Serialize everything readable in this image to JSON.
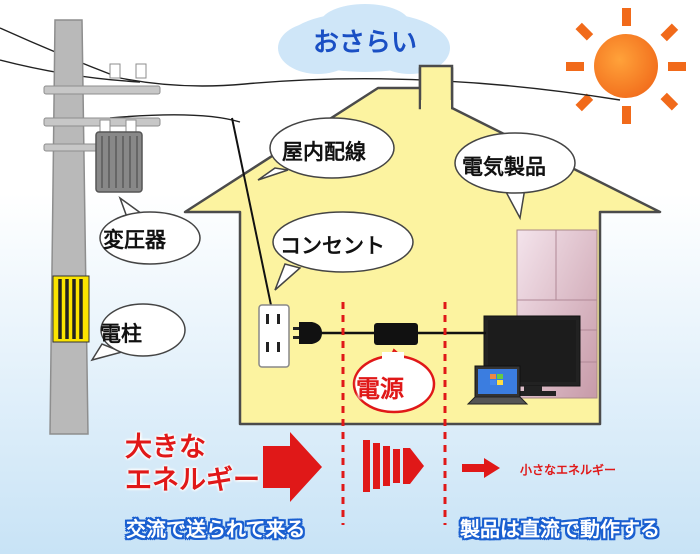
{
  "title": "おさらい",
  "labels": {
    "pole": "電柱",
    "transformer": "変圧器",
    "indoor_wiring": "屋内配線",
    "outlet": "コンセント",
    "appliance": "電気製品",
    "power_supply": "電源"
  },
  "energy": {
    "large_line1": "大きな",
    "large_line2": "エネルギー",
    "small": "小さなエネルギー"
  },
  "captions": {
    "left": "交流で送られて来る",
    "right": "製品は直流で動作する"
  },
  "colors": {
    "sky_top": "#ffffff",
    "sky_bottom": "#cde6f7",
    "house": "#fcf3a0",
    "pole": "#b9b9b9",
    "accent_red": "#e01818",
    "caption_blue": "#1a5fd0",
    "sun": "#f58220"
  },
  "icons": [
    "sun-icon",
    "utility-pole-icon",
    "transformer-icon",
    "outlet-icon",
    "plug-icon",
    "power-adapter-icon",
    "monitor-icon",
    "laptop-icon",
    "refrigerator-icon"
  ]
}
